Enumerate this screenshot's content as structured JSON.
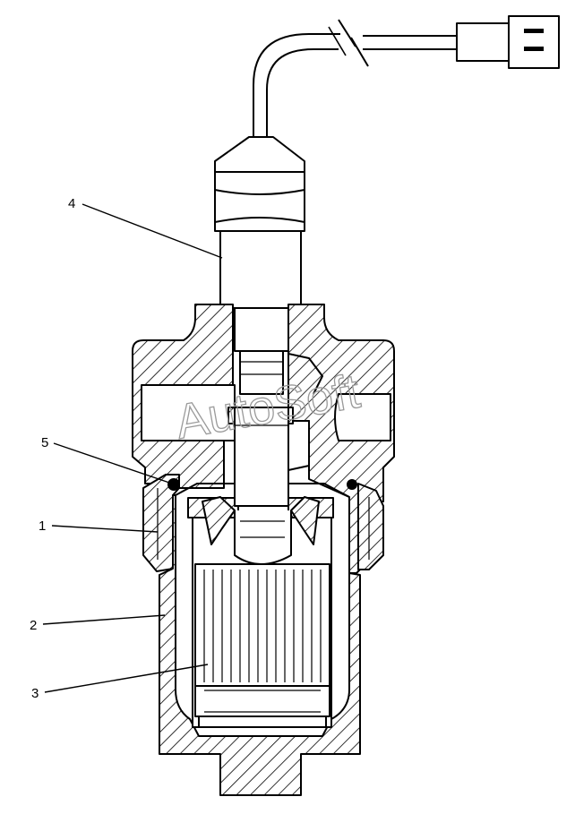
{
  "diagram": {
    "callouts": [
      {
        "id": "1",
        "text": "1"
      },
      {
        "id": "2",
        "text": "2"
      },
      {
        "id": "3",
        "text": "3"
      },
      {
        "id": "4",
        "text": "4"
      },
      {
        "id": "5",
        "text": "5"
      }
    ],
    "watermark": "AutoSoft"
  }
}
